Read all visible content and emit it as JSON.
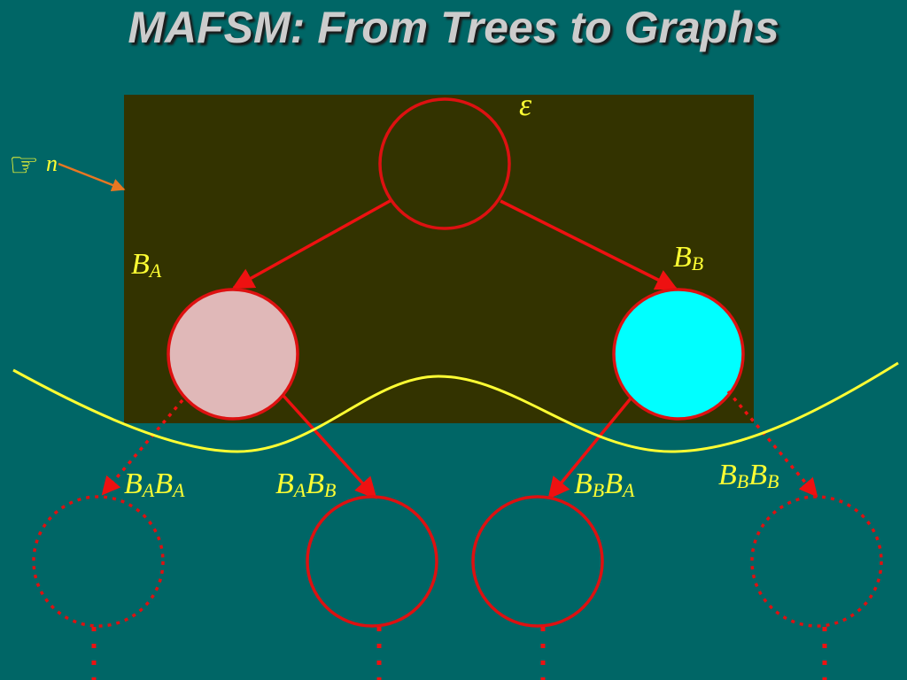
{
  "title": "MAFSM: From Trees to Graphs",
  "colors": {
    "background": "#006666",
    "region": "#333300",
    "node_stroke": "#dd1111",
    "node_ba_fill": "#e0b8b8",
    "node_bb_fill": "#00ffff",
    "separator": "#ffff33",
    "label": "#ffff33",
    "pointer_arrow": "#e87722"
  },
  "pointer": {
    "icon": "hand-pointing-icon",
    "label": "n"
  },
  "root": {
    "label": "ε"
  },
  "level1": [
    {
      "id": "ba",
      "base": "B",
      "sub": "A"
    },
    {
      "id": "bb",
      "base": "B",
      "sub": "B"
    }
  ],
  "level2": [
    {
      "id": "baba",
      "parts": [
        [
          "B",
          "A"
        ],
        [
          "B",
          "A"
        ]
      ],
      "style": "dotted"
    },
    {
      "id": "babb",
      "parts": [
        [
          "B",
          "A"
        ],
        [
          "B",
          "B"
        ]
      ],
      "style": "solid"
    },
    {
      "id": "bbba",
      "parts": [
        [
          "B",
          "B"
        ],
        [
          "B",
          "A"
        ]
      ],
      "style": "solid"
    },
    {
      "id": "bbbb",
      "parts": [
        [
          "B",
          "B"
        ],
        [
          "B",
          "B"
        ]
      ],
      "style": "dotted"
    }
  ]
}
